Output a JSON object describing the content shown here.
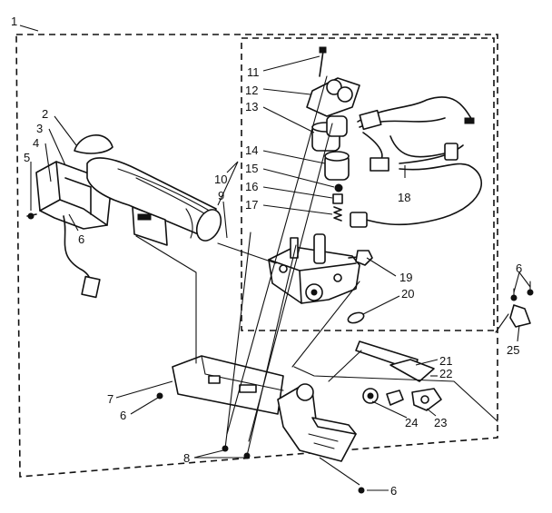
{
  "diagram": {
    "labels": {
      "l1": "1",
      "l2": "2",
      "l3": "3",
      "l4": "4",
      "l5": "5",
      "l6a": "6",
      "l6b": "6",
      "l6c": "6",
      "l6d": "6",
      "l7": "7",
      "l8": "8",
      "l9": "9",
      "l10": "10",
      "l11": "11",
      "l12": "12",
      "l13": "13",
      "l14": "14",
      "l15": "15",
      "l16": "16",
      "l17": "17",
      "l18": "18",
      "l19": "19",
      "l20": "20",
      "l21": "21",
      "l22": "22",
      "l23": "23",
      "l24": "24",
      "l25": "25"
    }
  }
}
